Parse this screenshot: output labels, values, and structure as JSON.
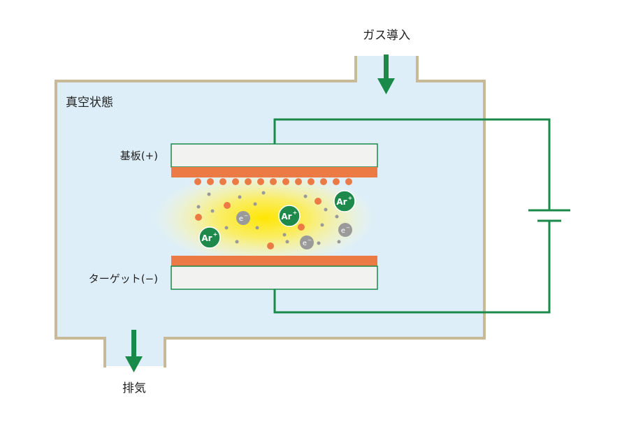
{
  "labels": {
    "gas_inlet": "ガス導入",
    "vacuum": "真空状態",
    "substrate": "基板(+)",
    "target": "ターゲット(−)",
    "exhaust": "排気"
  },
  "particles": {
    "argon_ion": "Ar",
    "ion_charge": "+",
    "electron": "e",
    "electron_charge": "−"
  },
  "colors": {
    "chamber_fill": "#ddeef8",
    "chamber_wall": "#c8b999",
    "circuit": "#1a8a4a",
    "target_layer": "#ec7a45",
    "plasma_glow": "#ffe800",
    "argon_ion": "#1d8a4b",
    "electron": "#9a9a9a",
    "plate_fill": "#f2f2f0"
  }
}
